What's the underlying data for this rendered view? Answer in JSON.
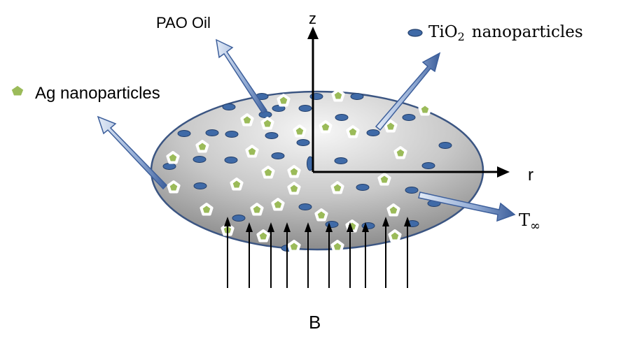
{
  "labels": {
    "pao_oil": "PAO Oil",
    "ag_nanoparticles": "Ag nanoparticles",
    "tio2_prefix": "TiO",
    "tio2_subscript": "2",
    "tio2_suffix": "nanoparticles",
    "axis_z": "z",
    "axis_r": "r",
    "t_infinity_base": "T",
    "t_infinity_subscript": "∞",
    "magnetic_field": "B"
  },
  "colors": {
    "disk_fill_light": "#f2f2f2",
    "disk_fill_dark": "#8c8c8c",
    "disk_stroke": "#3b5582",
    "tio2_fill": "#3f6aa7",
    "tio2_stroke": "#24406c",
    "ag_fill": "#9bbb59",
    "ag_outline": "#ffffff",
    "blue_arrow": "#4a6da8",
    "black": "#000000"
  },
  "icons": {
    "tio2_legend": "blue-ellipse-icon",
    "ag_legend": "green-pentagon-icon"
  }
}
